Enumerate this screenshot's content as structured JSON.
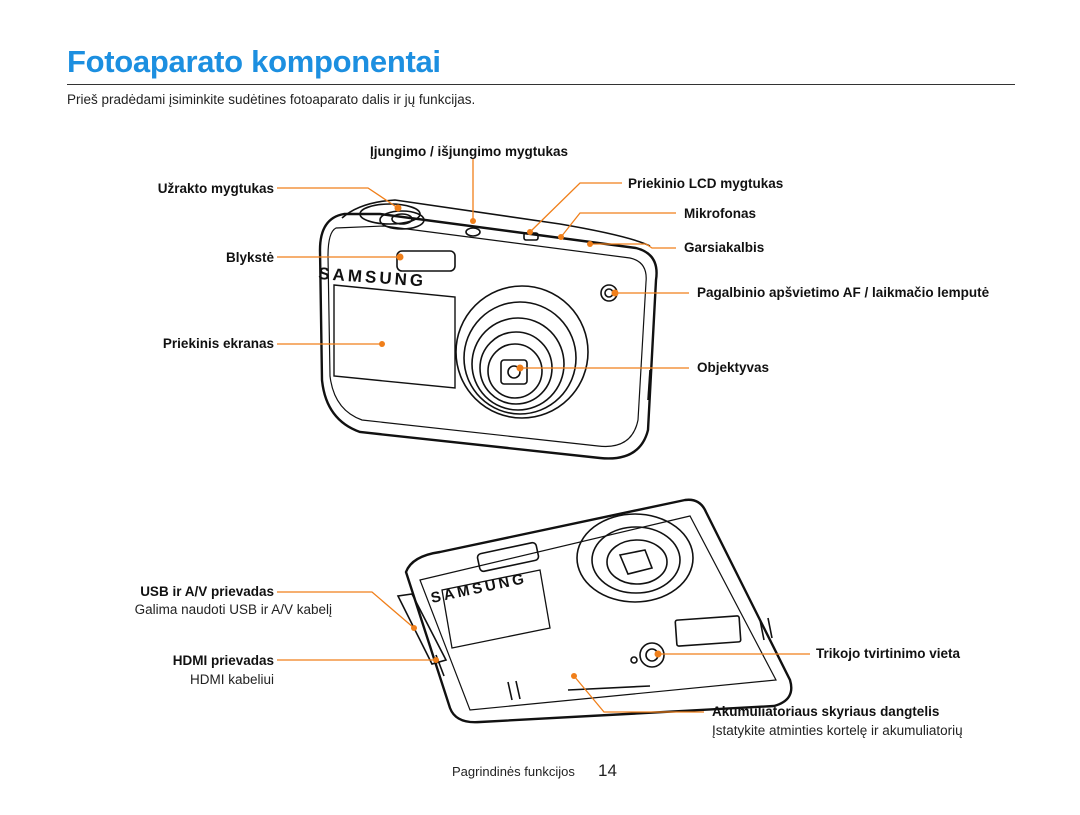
{
  "title": "Fotoaparato komponentai",
  "intro": "Prieš pradėdami įsiminkite sudėtines fotoaparato dalis ir jų funkcijas.",
  "camera_brand": "SAMSUNG",
  "accent_color": "#f07f1a",
  "title_color": "#1c8fe0",
  "labels": {
    "power_button": "Įjungimo / išjungimo mygtukas",
    "shutter_button": "Užrakto mygtukas",
    "front_lcd_button": "Priekinio LCD mygtukas",
    "microphone": "Mikrofonas",
    "speaker": "Garsiakalbis",
    "flash": "Blykstė",
    "af_lamp": "Pagalbinio apšvietimo AF / laikmačio lemputė",
    "front_screen": "Priekinis ekranas",
    "lens": "Objektyvas",
    "usb_port": "USB ir A/V prievadas",
    "usb_port_note": "Galima naudoti USB ir A/V kabelį",
    "hdmi_port": "HDMI prievadas",
    "hdmi_port_note": "HDMI kabeliui",
    "tripod_mount": "Trikojo tvirtinimo vieta",
    "battery_cover": "Akumuliatoriaus skyriaus dangtelis",
    "battery_cover_note": "Įstatykite atminties kortelę ir akumuliatorių"
  },
  "footer": {
    "section": "Pagrindinės funkcijos",
    "page": "14"
  }
}
